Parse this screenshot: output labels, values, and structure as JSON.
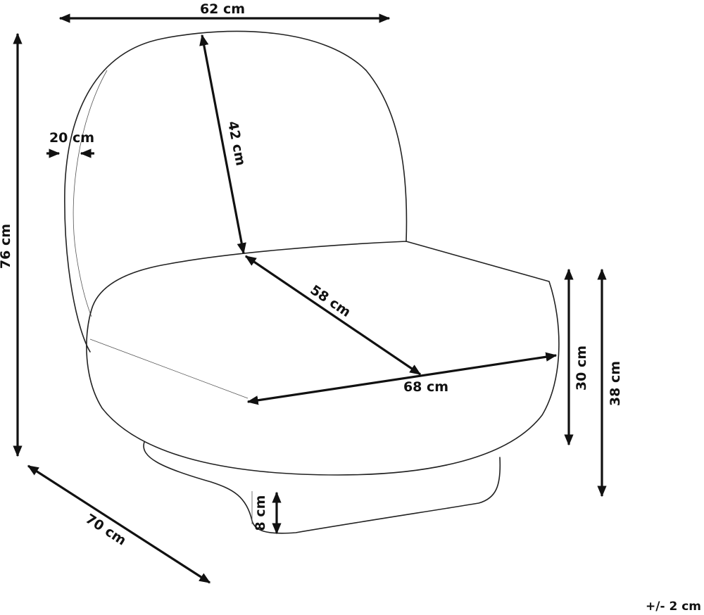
{
  "dimensions": {
    "top_width": "62 cm",
    "backrest_height": "42 cm",
    "back_thickness": "20 cm",
    "total_height": "76 cm",
    "seat_depth": "58 cm",
    "seat_width": "68 cm",
    "seat_height_inner": "30 cm",
    "seat_height": "38 cm",
    "total_depth": "70 cm",
    "base_height": "8 cm"
  },
  "tolerance": "+/- 2 cm"
}
